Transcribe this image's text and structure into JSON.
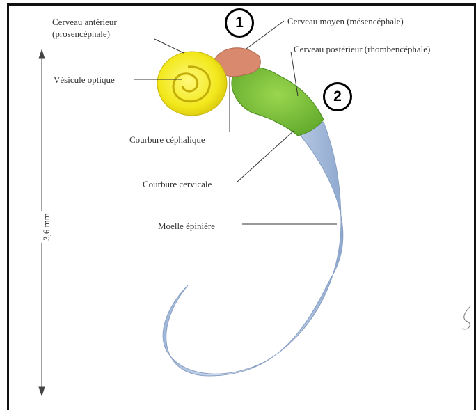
{
  "labels": {
    "cerveau_anterieur": "Cerveau antérieur",
    "prosencephale": "(prosencéphale)",
    "cerveau_moyen": "Cerveau moyen (mésencéphale)",
    "cerveau_posterieur": "Cerveau postérieur (rhombencéphale)",
    "vesicule_optique": "Vésicule optique",
    "courbure_cephalique": "Courbure céphalique",
    "courbure_cervicale": "Courbure cervicale",
    "moelle_epiniere": "Moelle épinière"
  },
  "scale": {
    "text": "3,6 mm"
  },
  "badges": {
    "first": "1",
    "second": "2"
  },
  "colors": {
    "forebrain": "#f2e81c",
    "midbrain": "#d98a6e",
    "hindbrain": "#7cc23a",
    "spinal_cord": "#c4d6ee",
    "frame": "#111111"
  }
}
